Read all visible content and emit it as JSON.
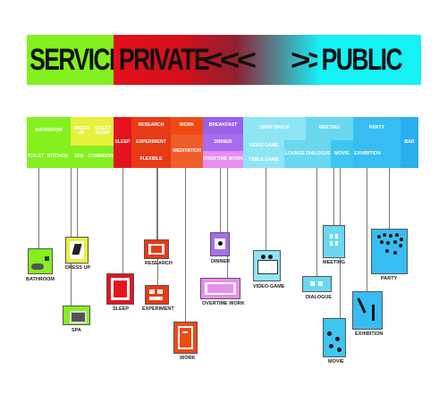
{
  "banner": {
    "service": "SERVICE",
    "private": "PRIVATE",
    "left_arrows": "<<<",
    "right_arrows": ">>>",
    "public": "PUBLIC"
  },
  "grid": {
    "bathroom": "BATHROOM",
    "dress_up": "DRESS UP",
    "guest_sleep": "GUEST SLEEP",
    "toilet": "TOILET",
    "kitchen": "KITCHEN",
    "spa": "SPA",
    "corridor": "CORRIDOR",
    "sleep": "SLEEP",
    "research": "RESEARCH",
    "experiment": "EXPERIMENT",
    "flexible": "FLEXIBLE",
    "work": "WORK",
    "meditation": "MEDITATION",
    "breakfast": "BREAKFAST",
    "dinner": "DINNER",
    "overtime_work": "OVERTIME WORK",
    "open_space": "OPEN SPACE",
    "video_game": "VIDEO GAME",
    "table_game": "TABLE GAME",
    "lounge": "LOUNGE",
    "meeting": "MEETING",
    "dialogue": "DIALOGUE",
    "movie": "MOVIE",
    "party": "PARTY",
    "exhibition": "EXHIBITION",
    "bar": "BAR"
  },
  "labels": {
    "bathroom": "BATHROOM",
    "dress_up": "DRESS UP",
    "spa": "SPA",
    "sleep": "SLEEP",
    "research": "RESEARCH",
    "experiment": "EXPERIMENT",
    "work": "WORK",
    "dinner": "DINNER",
    "overtime_work": "OVERTIME WORK",
    "video_game": "VIDEO-GAME",
    "meeting": "MEETING",
    "dialogue": "DIALOGUE",
    "movie": "MOVIE",
    "party": "PARTY",
    "exhibition": "EXHIBITION"
  },
  "colors": {
    "service": "#84f01e",
    "service_yellow": "#e6f23c",
    "private_red": "#e4141e",
    "orange_red": "#f04a14",
    "purple": "#a86cf0",
    "pink": "#e88ef0",
    "light_cyan": "#8ee6f4",
    "cyan": "#3ed2f2",
    "blue": "#2ab4f0"
  }
}
